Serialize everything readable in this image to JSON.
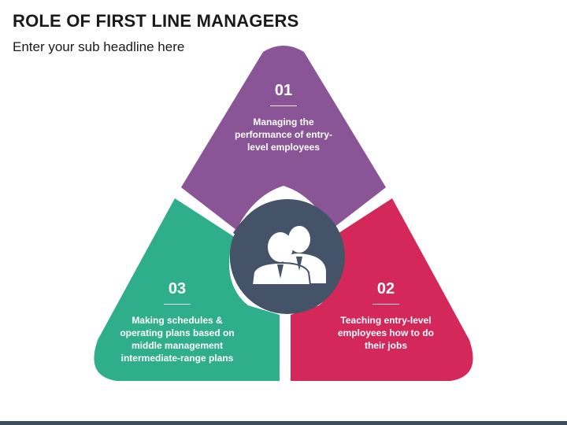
{
  "header": {
    "title": "ROLE OF FIRST LINE MANAGERS",
    "subtitle": "Enter your sub headline here"
  },
  "colors": {
    "top": "#8a5596",
    "right": "#d4285a",
    "left": "#2fae8b",
    "center": "#455369",
    "footer": "#3d4d5e"
  },
  "segments": [
    {
      "id": "01",
      "description": "Managing the performance of entry-level employees",
      "color": "#8a5596"
    },
    {
      "id": "02",
      "description": "Teaching entry-level employees how to do their jobs",
      "color": "#d4285a"
    },
    {
      "id": "03",
      "description": "Making schedules & operating plans based on middle management intermediate-range plans",
      "color": "#2fae8b"
    }
  ],
  "center_icon": "managers-group-icon"
}
